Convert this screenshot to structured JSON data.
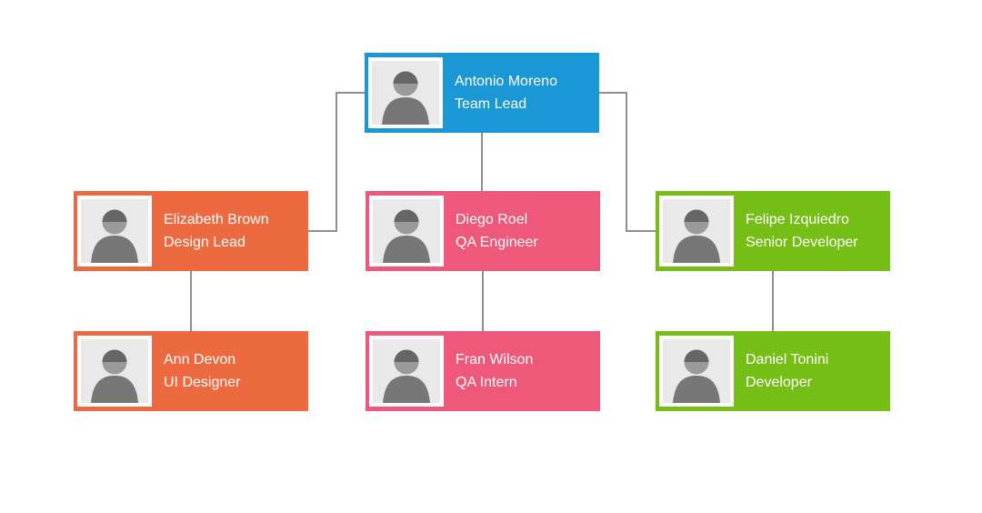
{
  "chart": {
    "type": "org-chart",
    "background": "#ffffff",
    "connector_color": "#909090",
    "text_color": "#ffffff",
    "nodes": [
      {
        "name": "Antonio Moreno",
        "title": "Team Lead",
        "color": "#1a98d5",
        "photo": "grayscale-portrait"
      },
      {
        "name": "Elizabeth Brown",
        "title": "Design Lead",
        "color": "#ed6a40",
        "photo": "grayscale-portrait"
      },
      {
        "name": "Diego Roel",
        "title": "QA Engineer",
        "color": "#ee587b",
        "photo": "grayscale-portrait"
      },
      {
        "name": "Felipe Izquiedro",
        "title": "Senior Developer",
        "color": "#75be16",
        "photo": "grayscale-portrait"
      },
      {
        "name": "Ann Devon",
        "title": "UI Designer",
        "color": "#ed6a40",
        "photo": "grayscale-portrait"
      },
      {
        "name": "Fran Wilson",
        "title": "QA Intern",
        "color": "#ee587b",
        "photo": "grayscale-portrait"
      },
      {
        "name": "Daniel Tonini",
        "title": "Developer",
        "color": "#75be16",
        "photo": "grayscale-portrait"
      }
    ],
    "edges": [
      {
        "from": "Antonio Moreno",
        "to": "Elizabeth Brown"
      },
      {
        "from": "Antonio Moreno",
        "to": "Diego Roel"
      },
      {
        "from": "Antonio Moreno",
        "to": "Felipe Izquiedro"
      },
      {
        "from": "Elizabeth Brown",
        "to": "Ann Devon"
      },
      {
        "from": "Diego Roel",
        "to": "Fran Wilson"
      },
      {
        "from": "Felipe Izquiedro",
        "to": "Daniel Tonini"
      }
    ]
  }
}
